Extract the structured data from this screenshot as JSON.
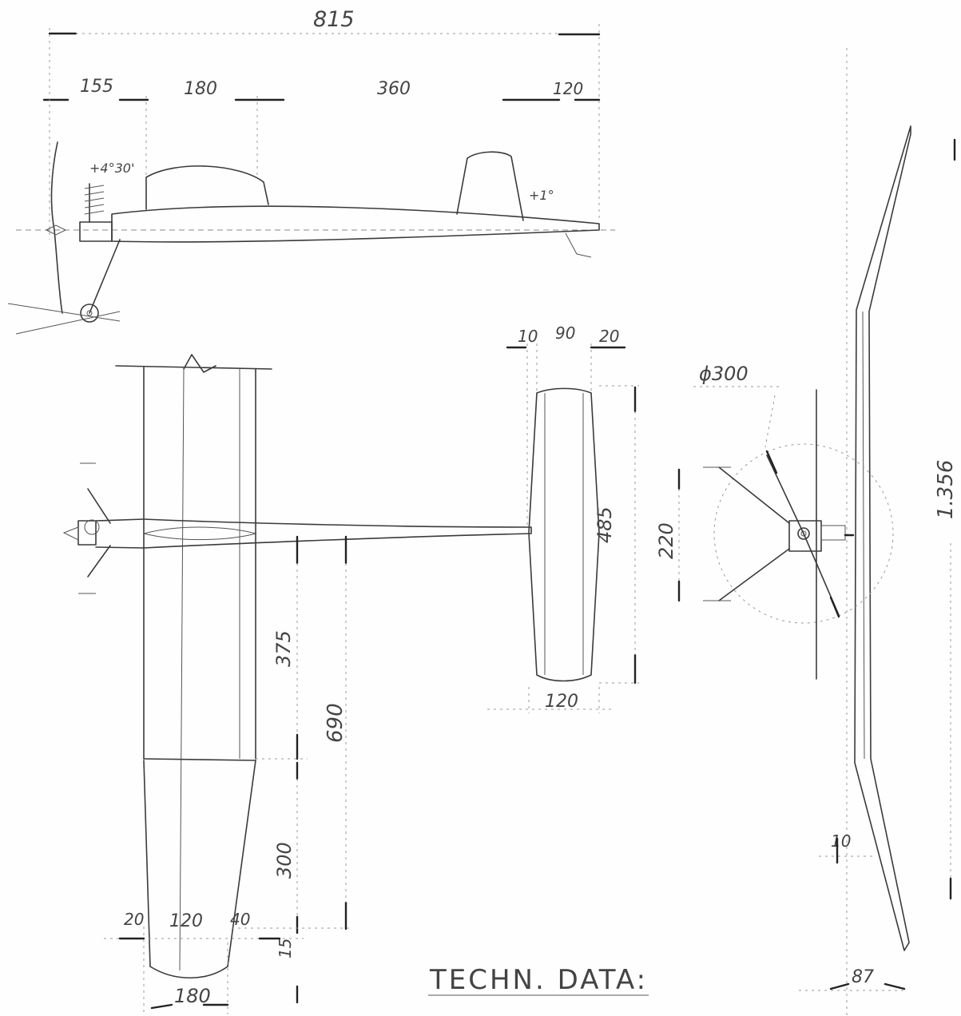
{
  "drawing": {
    "side_view": {
      "overall_length": "815",
      "segments": [
        "155",
        "180",
        "360",
        "120"
      ],
      "wing_incidence": "+4°30'",
      "stab_incidence": "+1°"
    },
    "top_view": {
      "tail_spans": [
        "10",
        "90",
        "20"
      ],
      "tail_span_total": "485",
      "tail_chord": "120",
      "wing_panel_center": "375",
      "wing_half_span": "690",
      "wing_panel_tip": "300",
      "wing_tip_end": "15",
      "tip_offsets": [
        "20",
        "120",
        "40"
      ],
      "root_chord": "180"
    },
    "front_view": {
      "prop_diameter": "ϕ300",
      "gear_height": "220",
      "wingspan": "1.356",
      "dihedral": "10",
      "dihedral_run": "87"
    },
    "technical_data_title": "TECHN. DATA:"
  }
}
